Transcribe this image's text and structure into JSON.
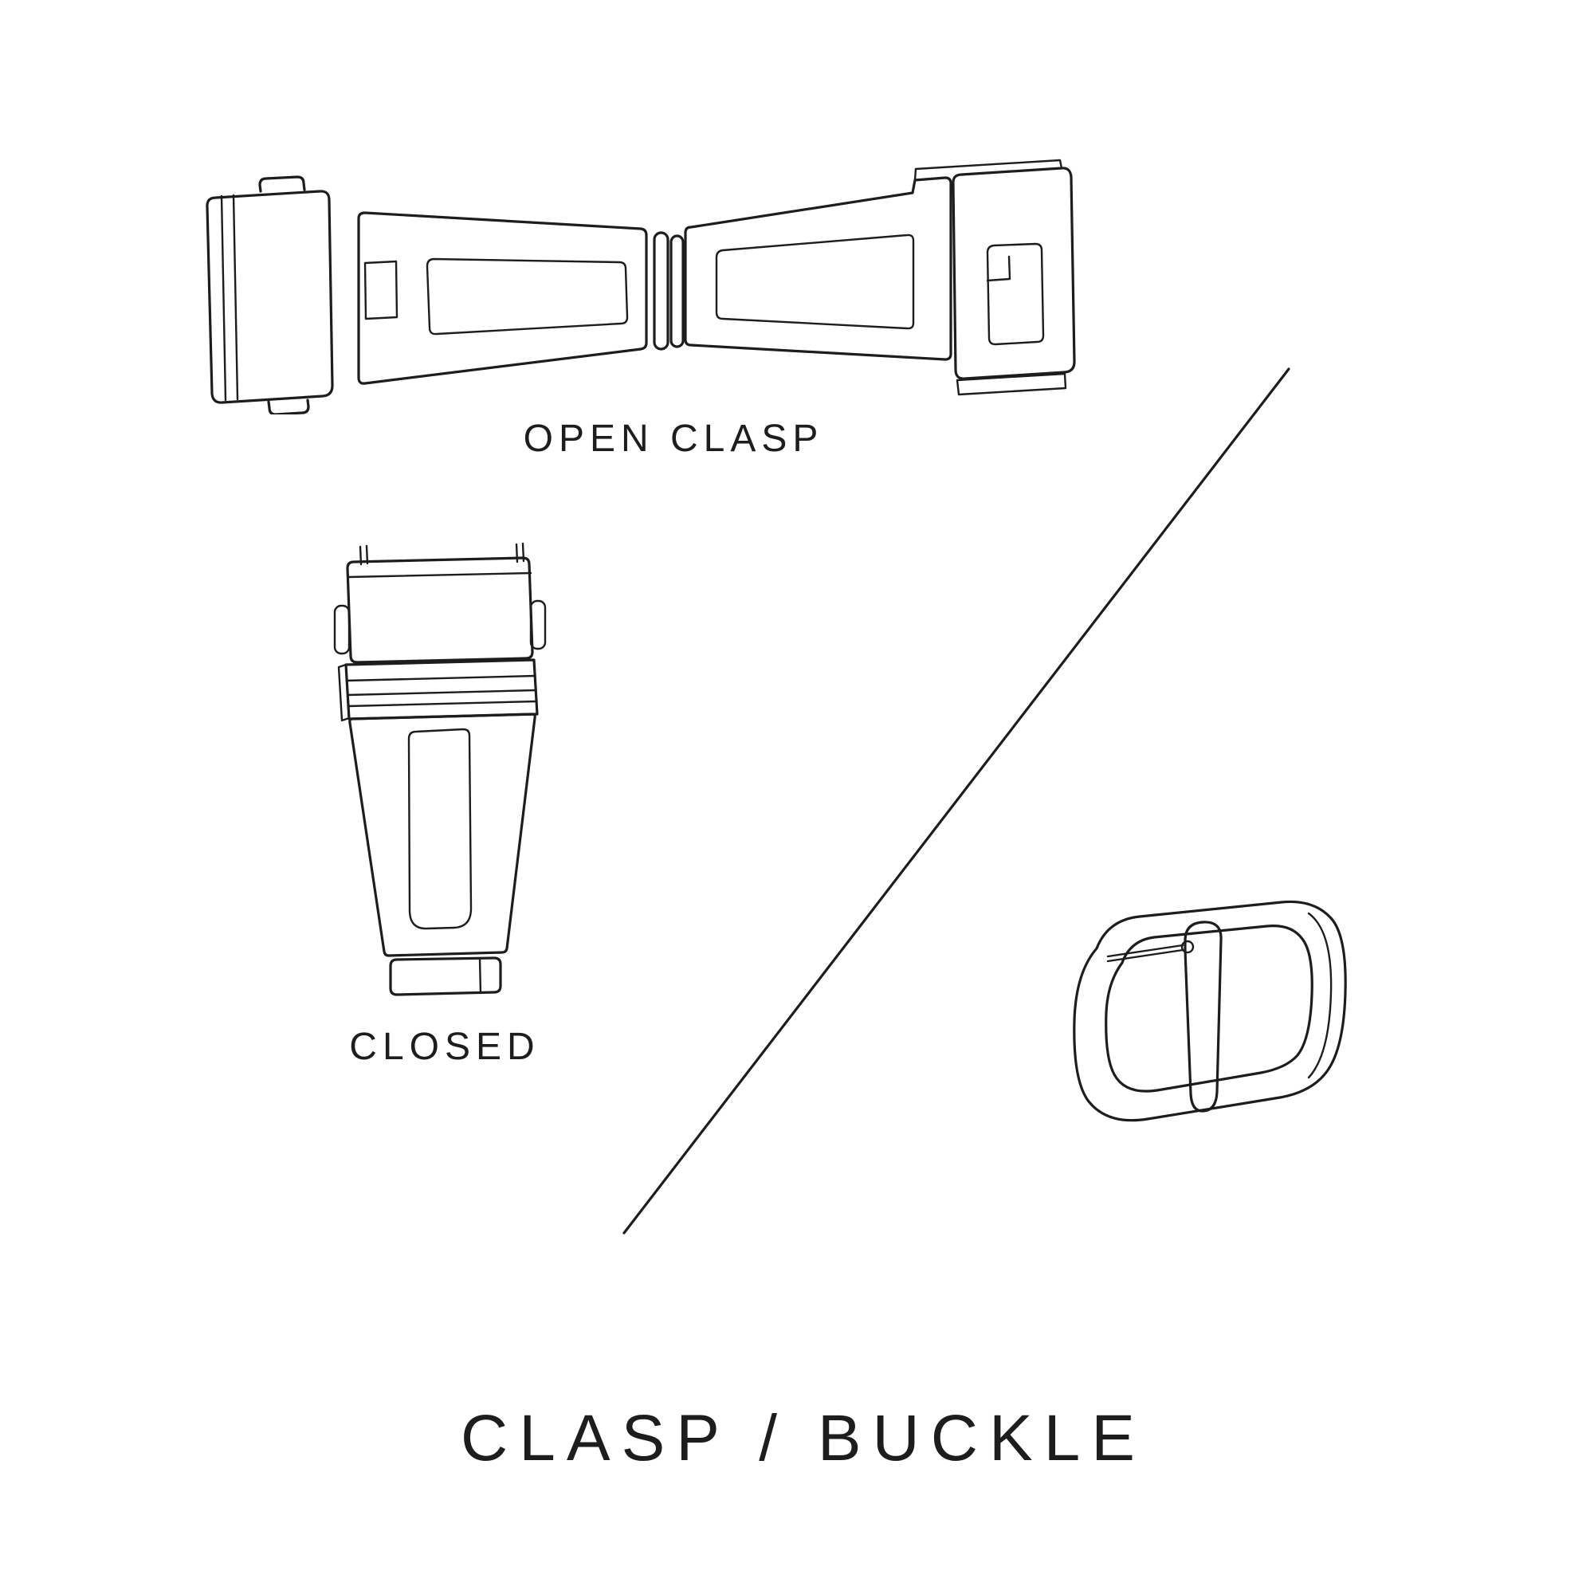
{
  "colors": {
    "ink": "#1d1d1d",
    "background": "#ffffff"
  },
  "diagram": {
    "title": "CLASP / BUCKLE",
    "sections": {
      "open_clasp": {
        "label": "OPEN CLASP",
        "illustration": "open-deployant-clasp-line-art"
      },
      "closed_clasp": {
        "label": "CLOSED",
        "illustration": "closed-deployant-clasp-line-art"
      },
      "buckle": {
        "illustration": "tang-buckle-line-art"
      }
    }
  }
}
